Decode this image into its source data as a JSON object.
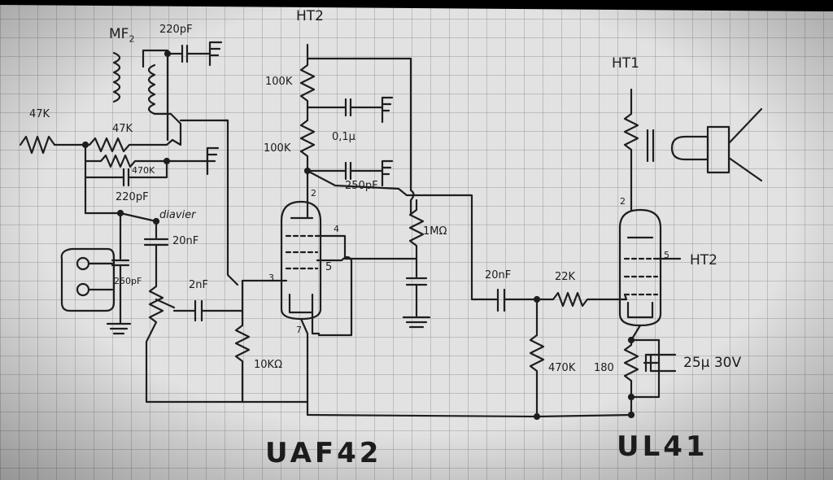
{
  "tubes": {
    "left": {
      "name": "UAF42",
      "pins": [
        "2",
        "4",
        "3",
        "5",
        "7"
      ]
    },
    "right": {
      "name": "UL41",
      "pins": [
        "2",
        "5"
      ]
    }
  },
  "supply": {
    "ht1": "HT1",
    "ht2_top": "HT2",
    "ht2_screen": "HT2"
  },
  "transformer": {
    "label": "MF",
    "subscript": "2"
  },
  "components": {
    "c_220pf_top": "220pF",
    "r_47k_in": "47K",
    "r_47k": "47K",
    "r_470k": "470K",
    "c_220pf": "220pF",
    "r_100k_a": "100K",
    "r_100k_b": "100K",
    "c_0_1u": "0,1μ",
    "c_250pf": "250pF",
    "diode_note": "diavier",
    "c_20nf_a": "20nF",
    "c_250pf_pot": "250pF",
    "c_2nf": "2nF",
    "r_10k": "10KΩ",
    "r_1m": "1MΩ",
    "c_20nf_b": "20nF",
    "r_22k": "22K",
    "r_470k_grid": "470K",
    "r_180": "180",
    "c_25u": "25μ 30V"
  }
}
